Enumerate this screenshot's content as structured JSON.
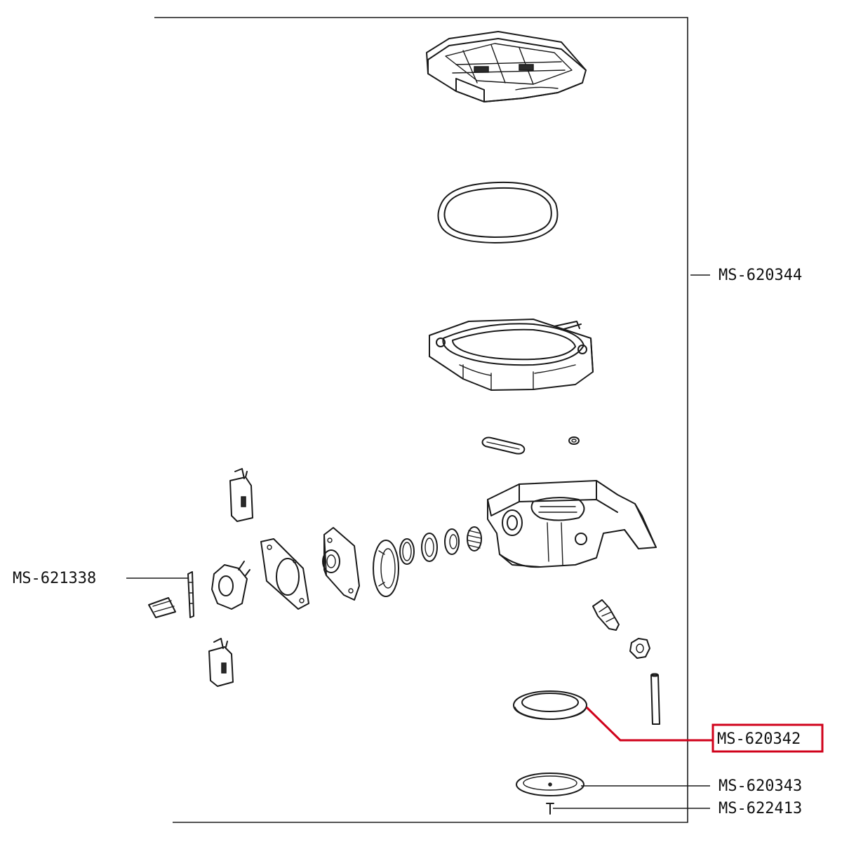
{
  "callouts": {
    "upper_assembly": "MS-620344",
    "pump_connector": "MS-621338",
    "gasket": "MS-620342",
    "shower_plate": "MS-620343",
    "screw": "MS-622413"
  },
  "highlighted_part": "MS-620342",
  "colors": {
    "line": "#1a1a1a",
    "highlight": "#d0021b",
    "background": "#ffffff"
  }
}
